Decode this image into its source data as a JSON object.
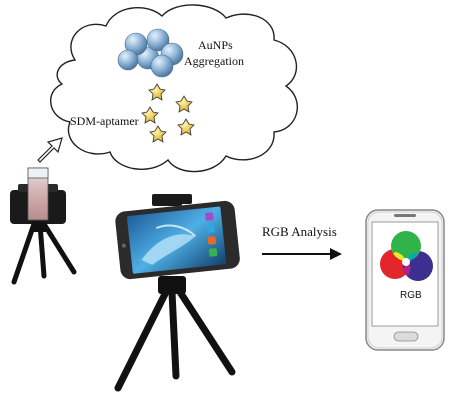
{
  "labels": {
    "aunps_line1": "AuNPs",
    "aunps_line2": "Aggregation",
    "sdm_aptamer": "SDM-aptamer",
    "rgb_analysis": "RGB Analysis",
    "rgb": "RGB"
  },
  "colors": {
    "cloud_stroke": "#222222",
    "aunp_sphere": "#8fb4d8",
    "aptamer_star": "#e8c63a",
    "cuvette_liquid": "#c9a3a3",
    "phone_body": "#2b2b2b",
    "phone_screen": "#3a8fd0",
    "tripod": "#111111",
    "rgb_red": "#e3262b",
    "rgb_green": "#2fb34a",
    "rgb_blue": "#3b2f8f",
    "rgb_yellow": "#f2e627"
  }
}
